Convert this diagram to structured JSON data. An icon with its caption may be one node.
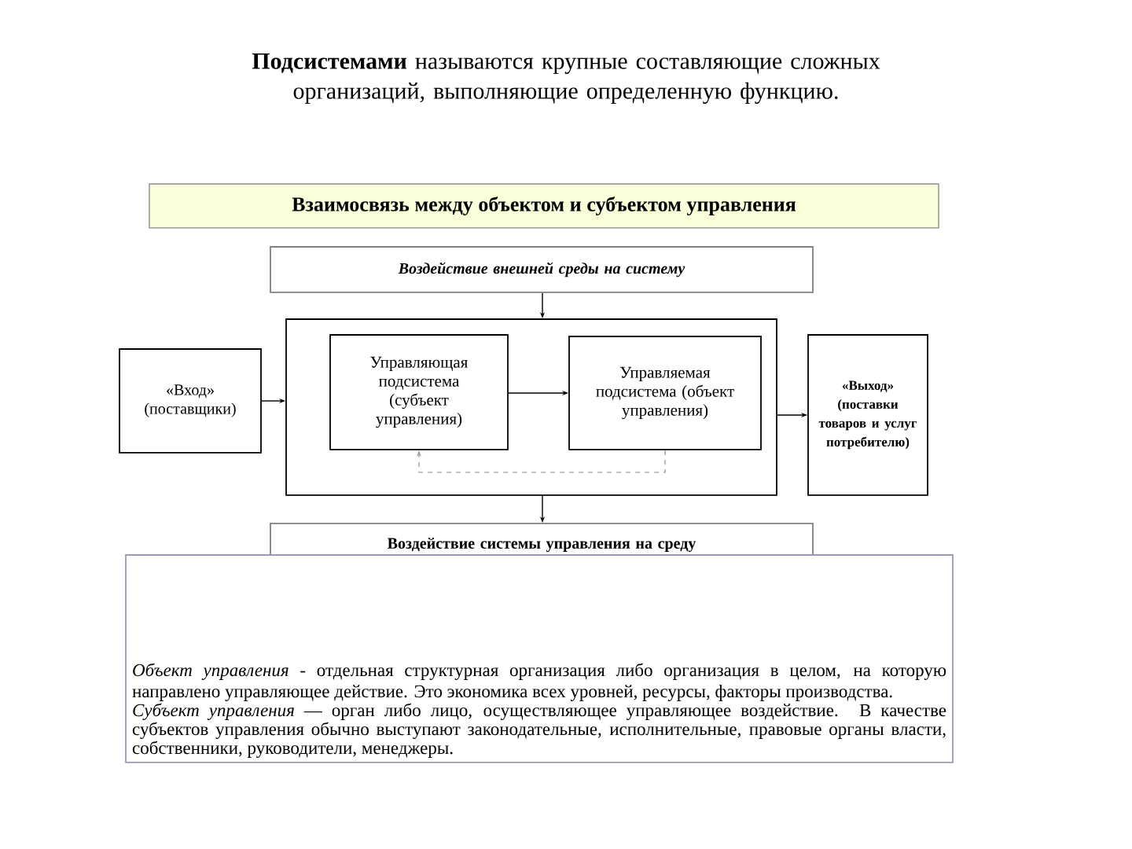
{
  "diagram": {
    "title": "**Подсистемами** называются крупные составляющие сложных организаций, выполняющие определенную функцию.",
    "nodes": [
      {
        "text": [
          "Взаимосвязь между объектом и субъектом управления"
        ]
      },
      {
        "text": [
          "Воздействие внешней среды на систему"
        ]
      },
      {
        "text": [],
        "shape": "box"
      },
      {
        "text": [
          "Управляющая подсистема (субъект управления)"
        ],
        "in": 2
      },
      {
        "text": [
          "Управляемая подсистема (объект управления)"
        ],
        "in": 2
      },
      {
        "text": [
          "«Вход» (поставщики)"
        ]
      },
      {
        "text": [
          "«Выход» (поставки товаров и услуг потребителю)"
        ]
      },
      {
        "text": [
          "Воздействие системы управления на среду"
        ]
      },
      {
        "text": [
          "*Объект управления* - отдельная структурная организация либо организация в целом, на которую направлено управляющее действие. Это экономика всех уровней, ресурсы, факторы производства.",
          "*Субъект управления* — орган либо лицо, осуществляющее управляющее воздействие. В качестве субъектов управления обычно выступают законодательные, исполнительные, правовые органы власти, собственники, руководители, менеджеры."
        ]
      }
    ],
    "edges": [
      {
        "from": 1,
        "to": 2,
        "arrow": "to"
      },
      {
        "from": 5,
        "to": 2,
        "arrow": "to"
      },
      {
        "from": 3,
        "to": 4,
        "arrow": "to"
      },
      {
        "from": 4,
        "to": 3,
        "arrow": "to",
        "style": "dashed",
        "color": "#a0a0a0"
      },
      {
        "from": 2,
        "to": 6,
        "arrow": "to"
      },
      {
        "from": 2,
        "to": 7,
        "arrow": "to"
      }
    ]
  }
}
